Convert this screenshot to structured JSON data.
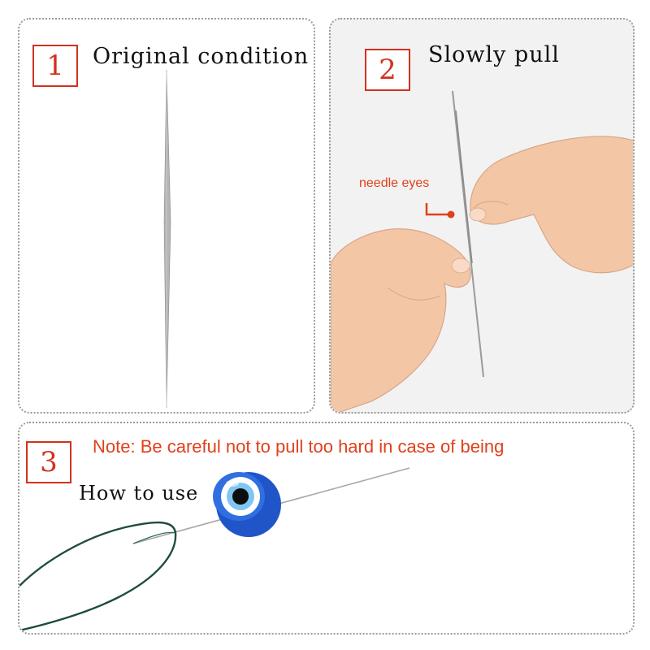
{
  "steps": [
    {
      "number": "1",
      "title": "Original condition"
    },
    {
      "number": "2",
      "title": "Slowly pull",
      "callout": "needle eyes"
    },
    {
      "number": "3",
      "title": "How to use",
      "note": "Note: Be careful not to pull too hard in case of being"
    }
  ],
  "colors": {
    "accent_red": "#d2321e",
    "label_orange": "#e0401c",
    "thread_green": "#1f4d3a",
    "bead_blue": "#1f55c8",
    "needle_silver": "#a8a8a8",
    "skin": "#f3c7a6",
    "panel_border": "#9a9a9a"
  }
}
